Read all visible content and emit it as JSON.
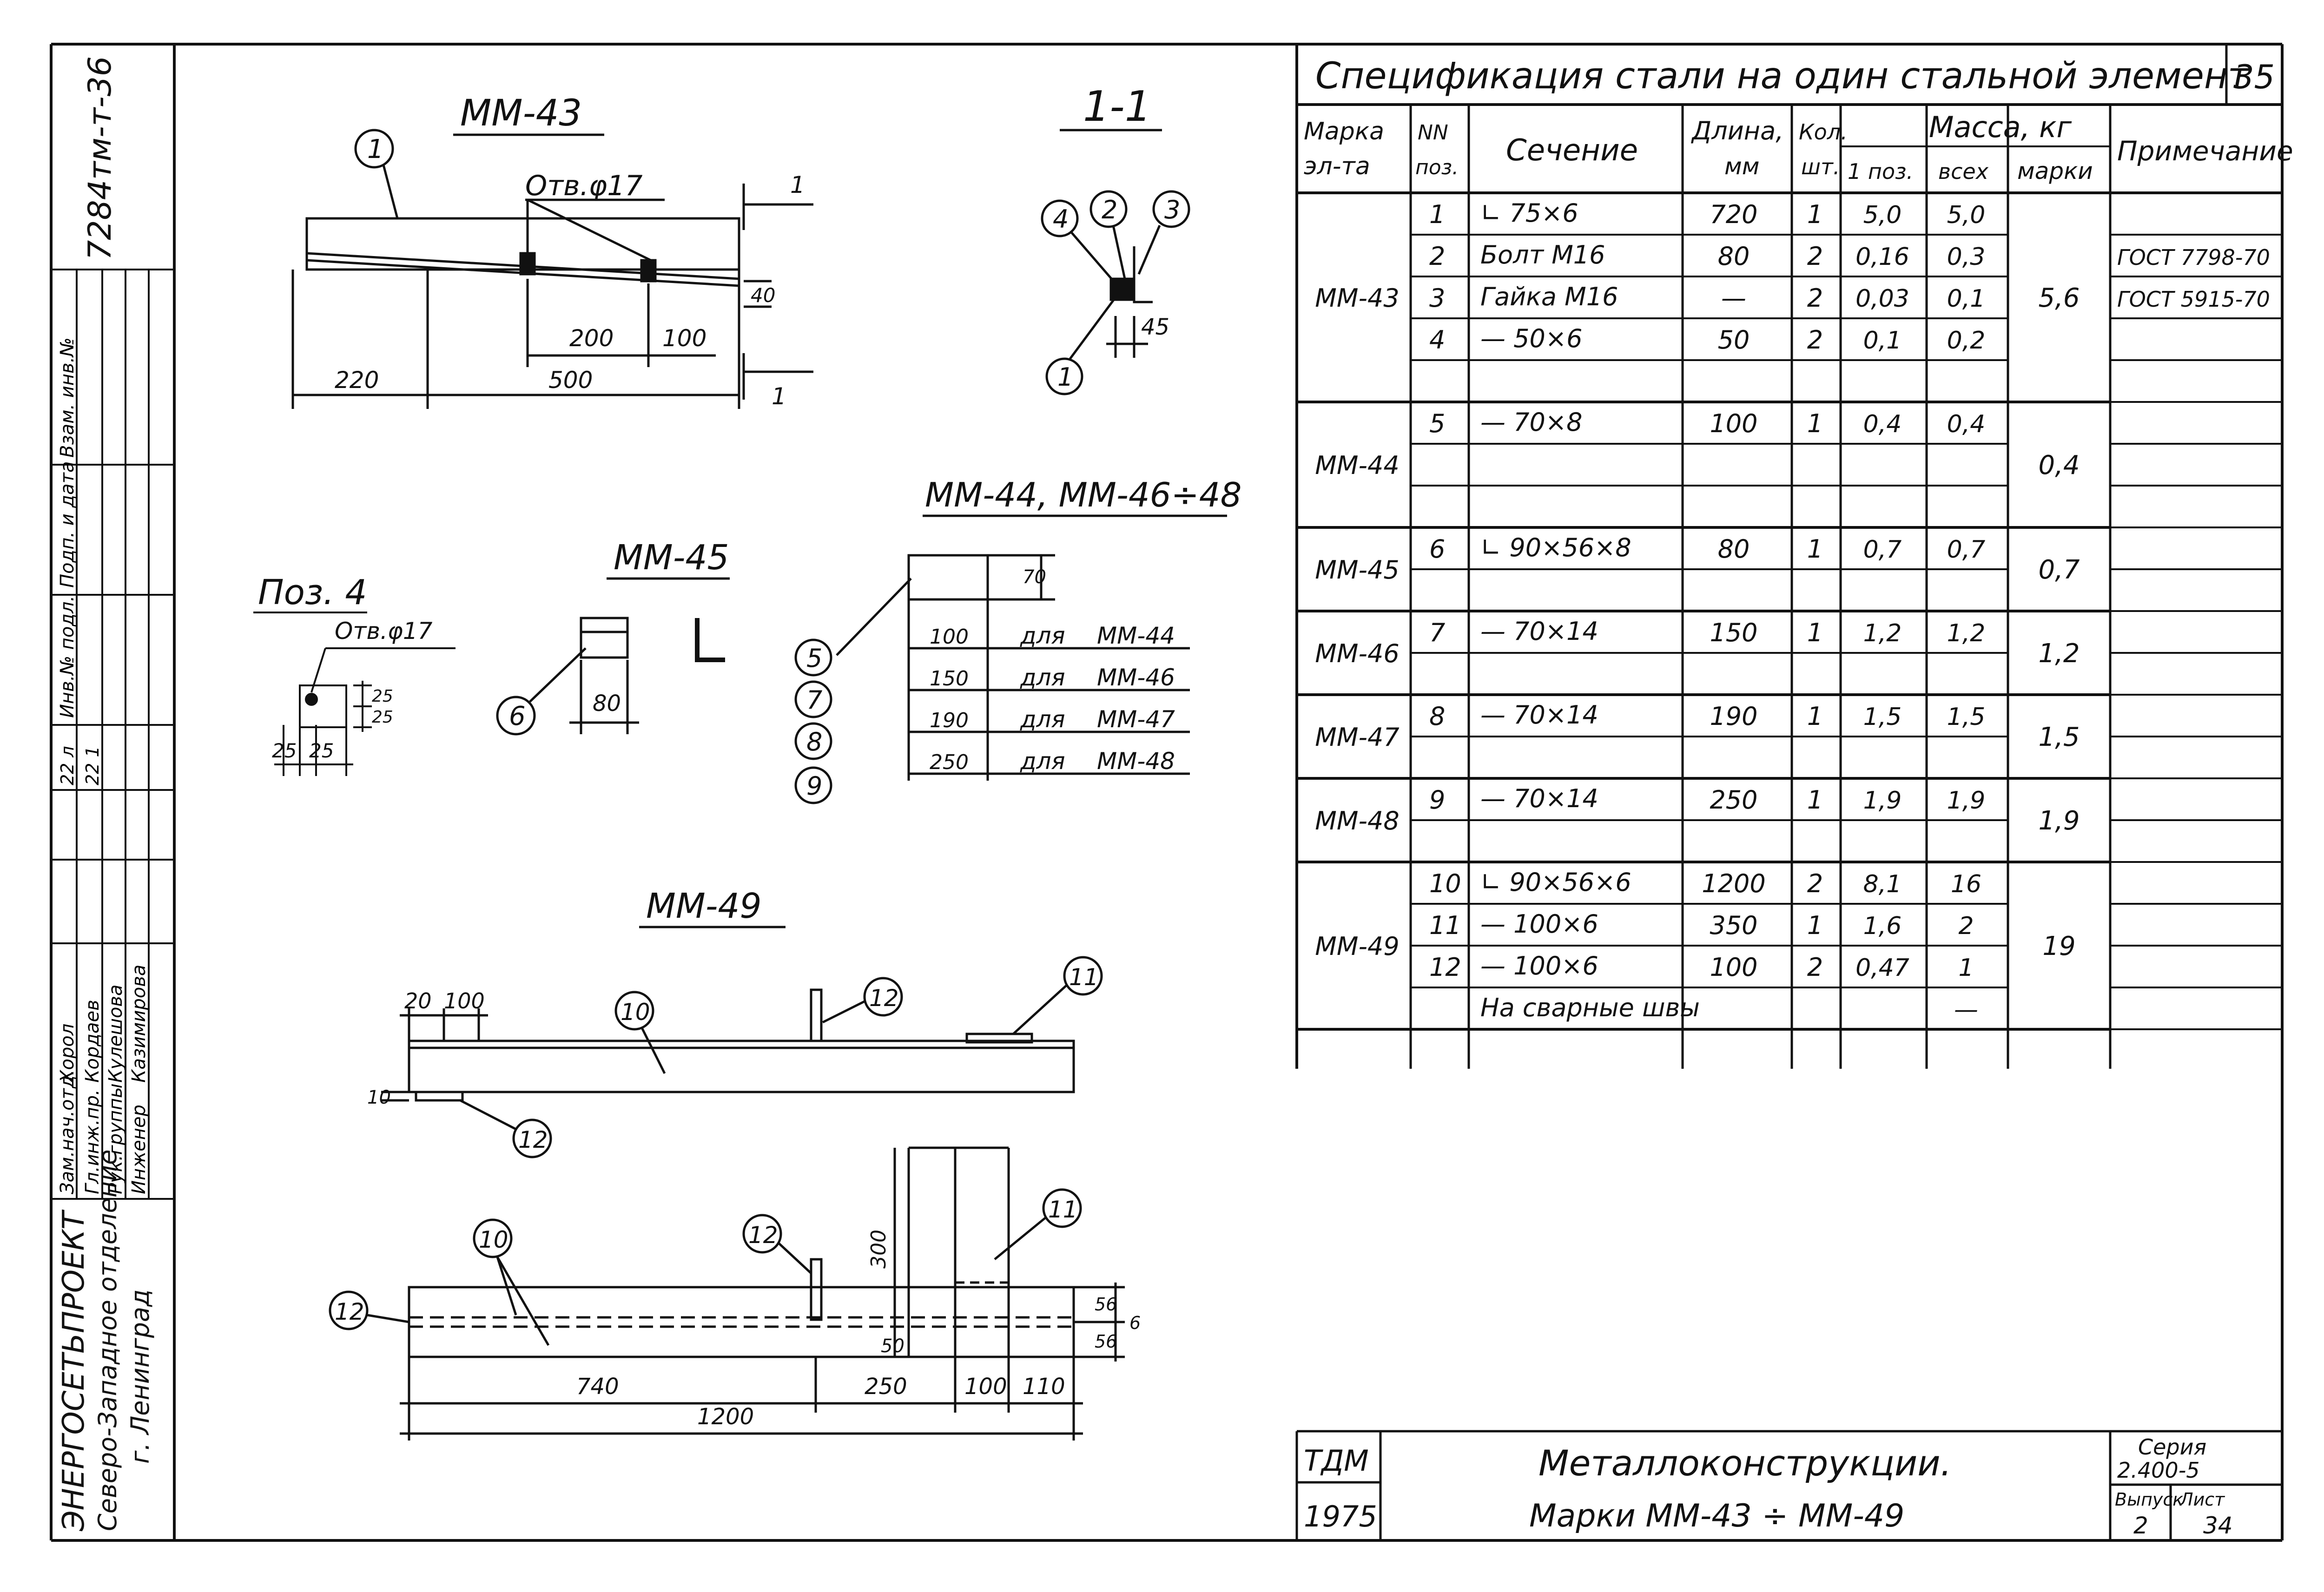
{
  "sidebar": {
    "doc_number": "7284тм-т-36",
    "org_name": "ЭНЕРГОСЕТЬПРОЕКТ",
    "org_branch": "Северо-Западное отделение",
    "org_city": "г. Ленинград",
    "role_titles": [
      "Зам.нач.отд.",
      "Гл.инж.пр.",
      "Рук.группы",
      "Инженер"
    ],
    "names": [
      "Хорол",
      "Кордаев",
      "Кулешова",
      "Казимирова"
    ],
    "col_headers": [
      "Инв.№ подл.",
      "Подп. и дата",
      "Взам. инв.№"
    ],
    "codes": [
      "22 л",
      "22 1"
    ]
  },
  "drawing": {
    "mm43": {
      "title": "ММ-43",
      "hole_label": "Отв.φ17",
      "dims": [
        "220",
        "500",
        "200",
        "100",
        "40"
      ],
      "section_mark": "1",
      "callout": "1"
    },
    "section11": {
      "title": "1-1",
      "callouts": [
        "4",
        "2",
        "3",
        "1"
      ],
      "dim": "45"
    },
    "pos4": {
      "title": "Поз. 4",
      "hole_label": "Отв.φ17",
      "dims": [
        "25",
        "25",
        "25",
        "25"
      ]
    },
    "mm45": {
      "title": "ММ-45",
      "dim": "80",
      "callout": "6"
    },
    "mm44_48": {
      "title": "ММ-44, ММ-46÷48",
      "height_dim": "70",
      "callouts": [
        "5",
        "7",
        "8",
        "9"
      ],
      "rows": [
        {
          "length": "100",
          "for": "для",
          "mark": "ММ-44"
        },
        {
          "length": "150",
          "for": "для",
          "mark": "ММ-46"
        },
        {
          "length": "190",
          "for": "для",
          "mark": "ММ-47"
        },
        {
          "length": "250",
          "for": "для",
          "mark": "ММ-48"
        }
      ]
    },
    "mm49": {
      "title": "ММ-49",
      "top_dims": [
        "20",
        "100",
        "10"
      ],
      "top_callouts": [
        "10",
        "12",
        "11",
        "12"
      ],
      "plan_callouts": [
        "12",
        "10",
        "12",
        "11"
      ],
      "plan_dims": [
        "740",
        "250",
        "100",
        "110",
        "1200",
        "300",
        "50",
        "56",
        "56",
        "6"
      ]
    }
  },
  "spec": {
    "title": "Спецификация стали на один стальной элемент",
    "sheet_no": "35",
    "headers": {
      "mark": "Марка эл-та",
      "pos": "NN поз.",
      "section": "Сечение",
      "length": "Длина, мм",
      "qty": "Кол. шт.",
      "mass": "Масса, кг",
      "mass_1": "1 поз.",
      "mass_all": "всех",
      "mass_mark": "марки",
      "note": "Примечание"
    },
    "groups": [
      {
        "mark": "ММ-43",
        "mass_mark": "5,6",
        "rows": [
          {
            "pos": "1",
            "section": "∟ 75×6",
            "length": "720",
            "qty": "1",
            "m1": "5,0",
            "mall": "5,0",
            "note": ""
          },
          {
            "pos": "2",
            "section": "Болт М16",
            "length": "80",
            "qty": "2",
            "m1": "0,16",
            "mall": "0,3",
            "note": "ГОСТ 7798-70"
          },
          {
            "pos": "3",
            "section": "Гайка М16",
            "length": "—",
            "qty": "2",
            "m1": "0,03",
            "mall": "0,1",
            "note": "ГОСТ 5915-70"
          },
          {
            "pos": "4",
            "section": "— 50×6",
            "length": "50",
            "qty": "2",
            "m1": "0,1",
            "mall": "0,2",
            "note": ""
          },
          {
            "pos": "",
            "section": "",
            "length": "",
            "qty": "",
            "m1": "",
            "mall": "",
            "note": ""
          }
        ]
      },
      {
        "mark": "ММ-44",
        "mass_mark": "0,4",
        "rows": [
          {
            "pos": "5",
            "section": "— 70×8",
            "length": "100",
            "qty": "1",
            "m1": "0,4",
            "mall": "0,4",
            "note": ""
          },
          {
            "pos": "",
            "section": "",
            "length": "",
            "qty": "",
            "m1": "",
            "mall": "",
            "note": ""
          },
          {
            "pos": "",
            "section": "",
            "length": "",
            "qty": "",
            "m1": "",
            "mall": "",
            "note": ""
          }
        ]
      },
      {
        "mark": "ММ-45",
        "mass_mark": "0,7",
        "rows": [
          {
            "pos": "6",
            "section": "∟ 90×56×8",
            "length": "80",
            "qty": "1",
            "m1": "0,7",
            "mall": "0,7",
            "note": ""
          },
          {
            "pos": "",
            "section": "",
            "length": "",
            "qty": "",
            "m1": "",
            "mall": "",
            "note": ""
          }
        ]
      },
      {
        "mark": "ММ-46",
        "mass_mark": "1,2",
        "rows": [
          {
            "pos": "7",
            "section": "— 70×14",
            "length": "150",
            "qty": "1",
            "m1": "1,2",
            "mall": "1,2",
            "note": ""
          },
          {
            "pos": "",
            "section": "",
            "length": "",
            "qty": "",
            "m1": "",
            "mall": "",
            "note": ""
          }
        ]
      },
      {
        "mark": "ММ-47",
        "mass_mark": "1,5",
        "rows": [
          {
            "pos": "8",
            "section": "— 70×14",
            "length": "190",
            "qty": "1",
            "m1": "1,5",
            "mall": "1,5",
            "note": ""
          },
          {
            "pos": "",
            "section": "",
            "length": "",
            "qty": "",
            "m1": "",
            "mall": "",
            "note": ""
          }
        ]
      },
      {
        "mark": "ММ-48",
        "mass_mark": "1,9",
        "rows": [
          {
            "pos": "9",
            "section": "— 70×14",
            "length": "250",
            "qty": "1",
            "m1": "1,9",
            "mall": "1,9",
            "note": ""
          },
          {
            "pos": "",
            "section": "",
            "length": "",
            "qty": "",
            "m1": "",
            "mall": "",
            "note": ""
          }
        ]
      },
      {
        "mark": "ММ-49",
        "mass_mark": "19",
        "rows": [
          {
            "pos": "10",
            "section": "∟ 90×56×6",
            "length": "1200",
            "qty": "2",
            "m1": "8,1",
            "mall": "16",
            "note": ""
          },
          {
            "pos": "11",
            "section": "— 100×6",
            "length": "350",
            "qty": "1",
            "m1": "1,6",
            "mall": "2",
            "note": ""
          },
          {
            "pos": "12",
            "section": "— 100×6",
            "length": "100",
            "qty": "2",
            "m1": "0,47",
            "mall": "1",
            "note": ""
          },
          {
            "pos": "",
            "section": "На сварные швы",
            "length": "",
            "qty": "",
            "m1": "",
            "mall": "—",
            "note": ""
          }
        ]
      }
    ]
  },
  "title_block": {
    "code": "ТДМ",
    "year": "1975",
    "title": "Металлоконструкции.",
    "subtitle": "Марки  ММ-43 ÷ ММ-49",
    "series_label": "Серия",
    "series": "2.400-5",
    "issue_label": "Выпуск",
    "issue": "2",
    "sheet_label": "Лист",
    "sheet": "34"
  }
}
